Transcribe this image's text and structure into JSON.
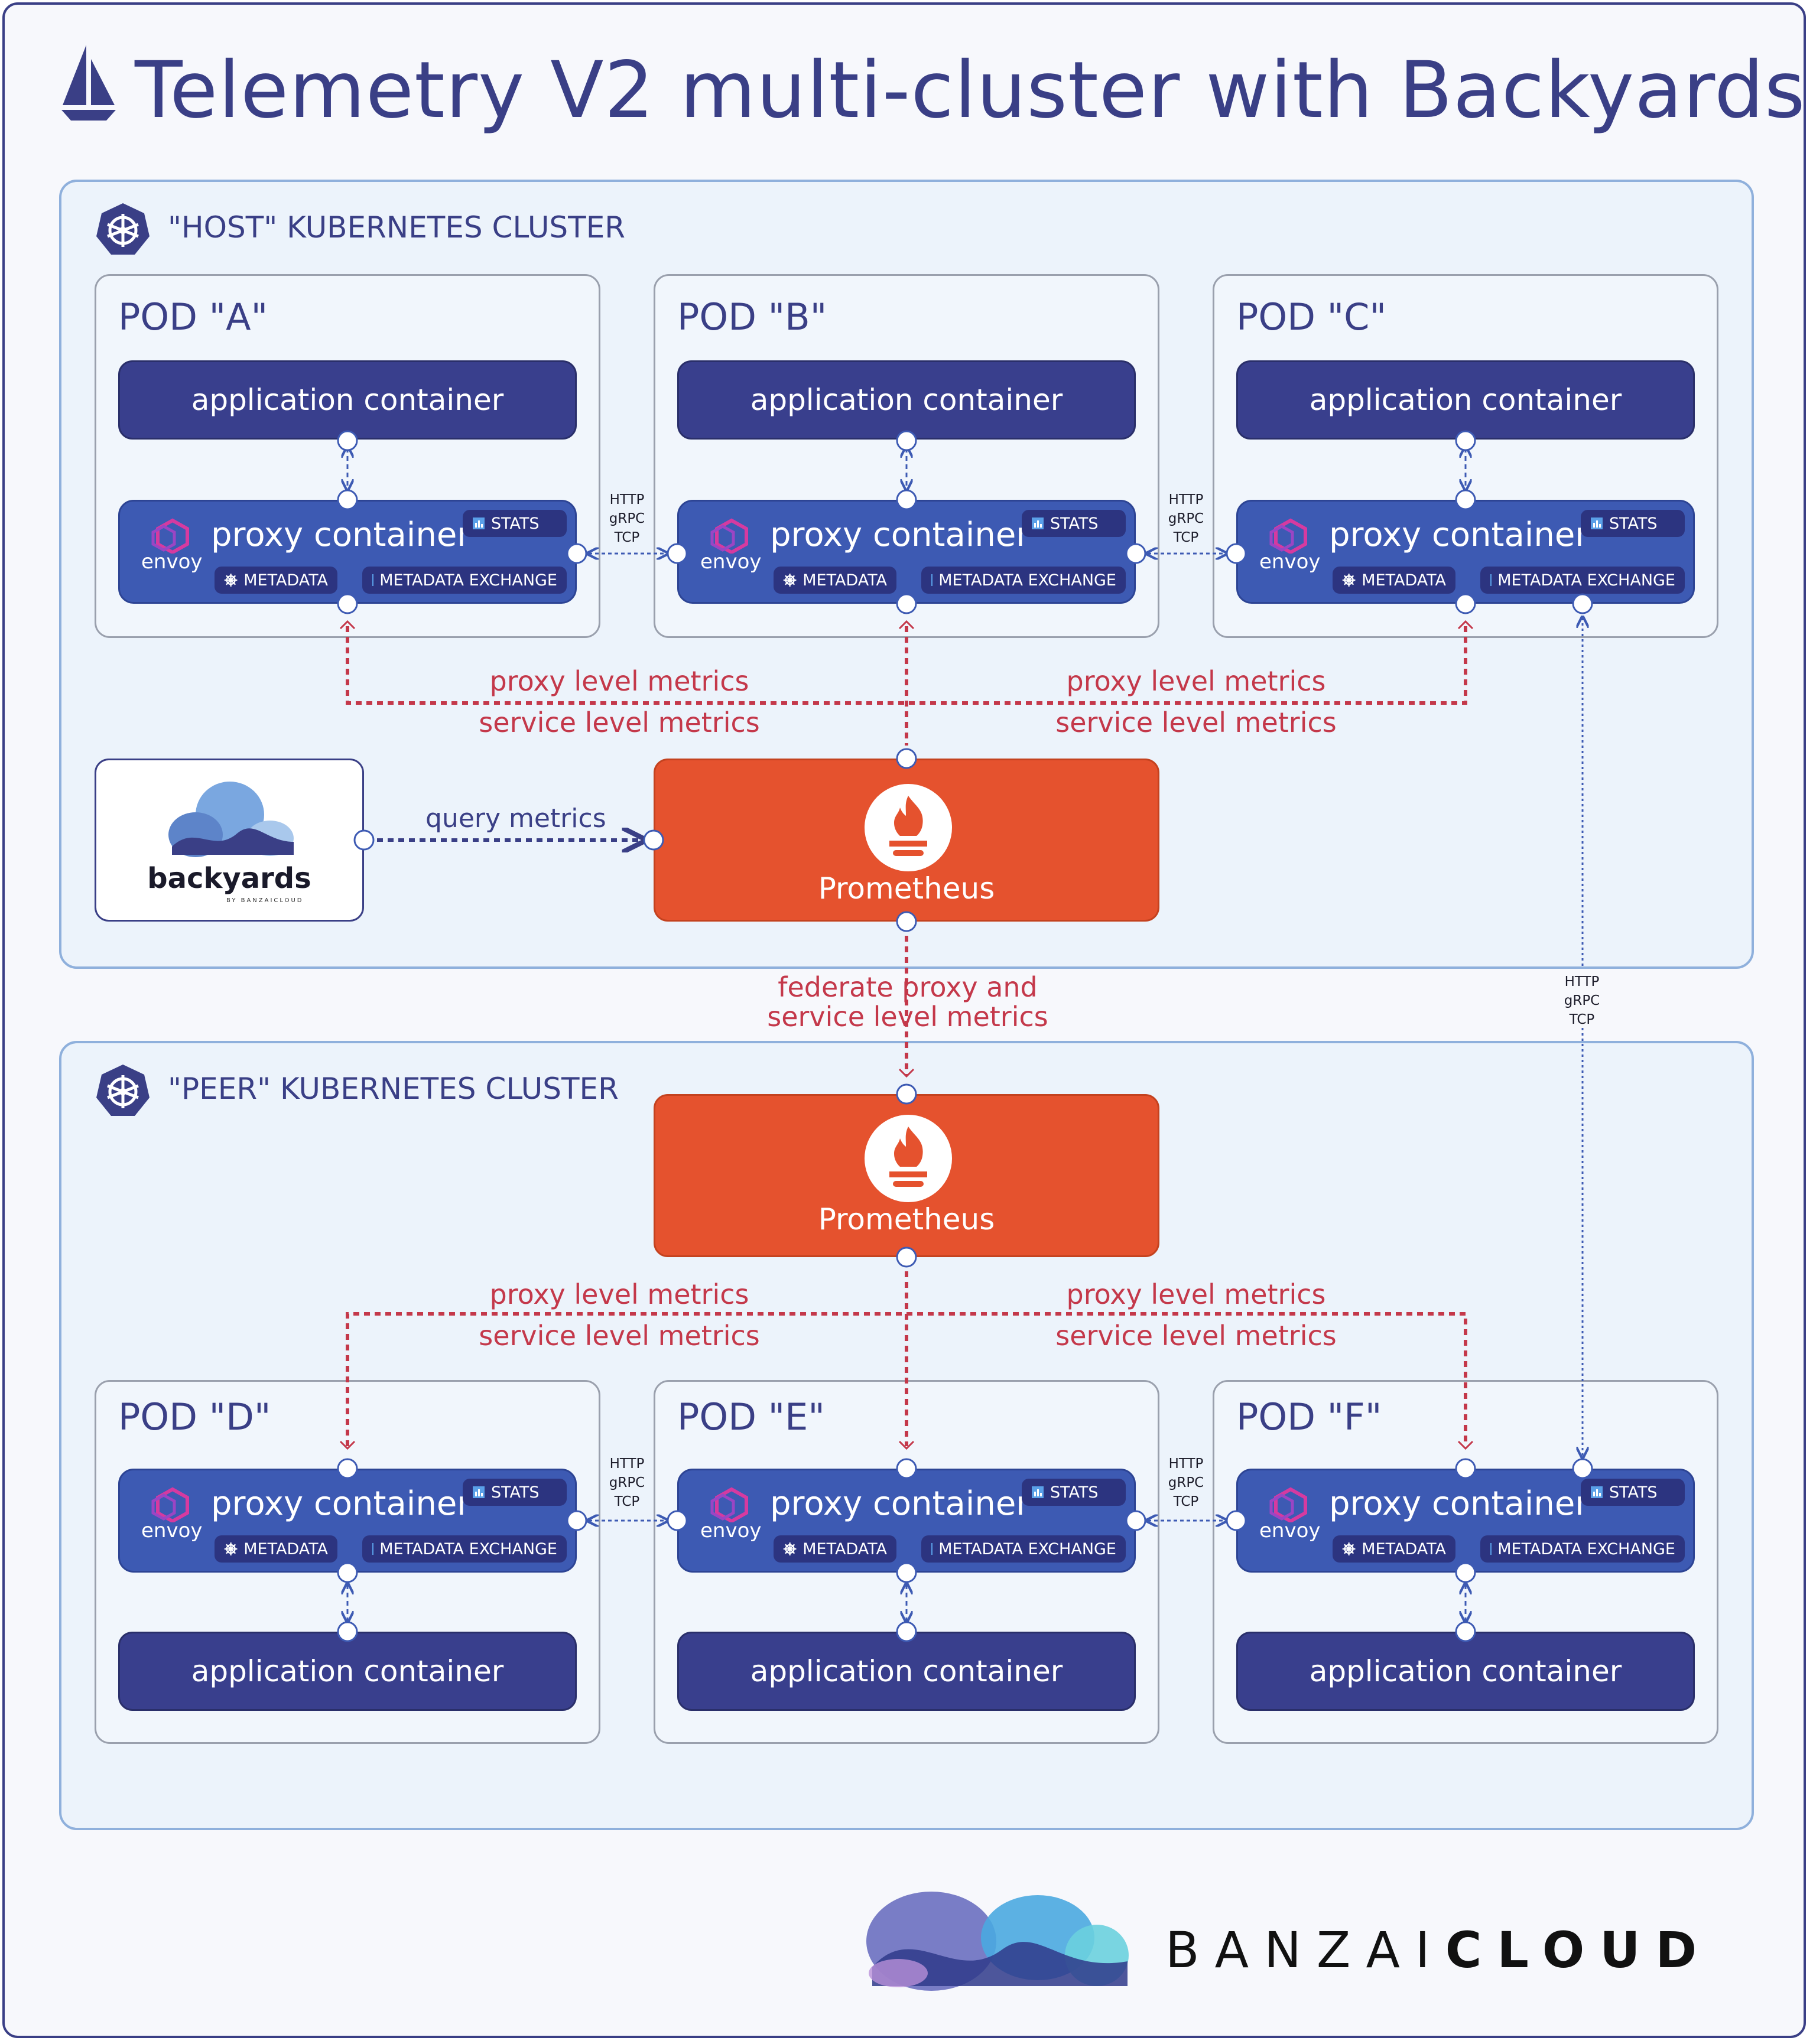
{
  "title": "Telemetry V2 multi-cluster with Backyards",
  "clusters": {
    "host": {
      "label": "\"HOST\" KUBERNETES CLUSTER"
    },
    "peer": {
      "label": "\"PEER\" KUBERNETES CLUSTER"
    }
  },
  "pods": [
    {
      "title": "POD \"A\""
    },
    {
      "title": "POD \"B\""
    },
    {
      "title": "POD \"C\""
    },
    {
      "title": "POD \"D\""
    },
    {
      "title": "POD \"E\""
    },
    {
      "title": "POD \"F\""
    }
  ],
  "labels": {
    "application_container": "application container",
    "proxy_container": "proxy container",
    "envoy": "envoy",
    "stats": "STATS",
    "metadata": "METADATA",
    "metadata_exchange": "METADATA EXCHANGE",
    "proto_http": "HTTP",
    "proto_grpc": "gRPC",
    "proto_tcp": "TCP",
    "proxy_level_metrics": "proxy level metrics",
    "service_level_metrics": "service level metrics",
    "query_metrics": "query metrics",
    "prometheus": "Prometheus",
    "federate_line1": "federate proxy and",
    "federate_line2": "service level metrics",
    "backyards": "backyards",
    "backyards_by": "BY BANZAICLOUD",
    "banzai_light": "BANZAI",
    "banzai_bold": "CLOUD"
  },
  "colors": {
    "navy": "#3a3f86",
    "proxy_blue": "#3d5ab3",
    "prometheus_orange": "#e5522e",
    "metrics_red": "#c4384a",
    "cluster_fill": "#ecf3fb"
  },
  "icons": [
    "sail-logo-icon",
    "kubernetes-icon",
    "envoy-icon",
    "stats-icon",
    "helm-icon",
    "prometheus-icon",
    "backyards-cloud-icon",
    "banzaicloud-logo-icon"
  ]
}
